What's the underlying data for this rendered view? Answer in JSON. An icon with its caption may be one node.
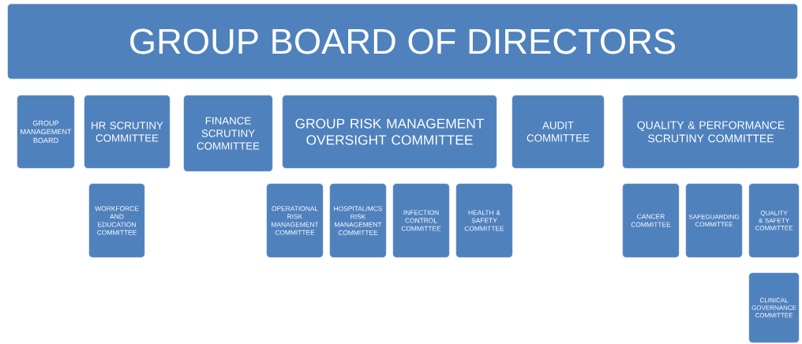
{
  "diagram": {
    "title": "GROUP BOARD OF DIRECTORS",
    "nodes": [
      {
        "text": [
          "GROUP MANAGEMENT BOARD"
        ]
      },
      {
        "text": [
          "HR SCRUTINY COMMITTEE"
        ]
      },
      {
        "text": [
          "FINANCE SCRUTINY COMMITTEE"
        ]
      },
      {
        "text": [
          "GROUP RISK MANAGEMENT OVERSIGHT COMMITTEE"
        ]
      },
      {
        "text": [
          "AUDIT COMMITTEE"
        ]
      },
      {
        "text": [
          "QUALITY & PERFORMANCE SCRUTINY COMMITTEE"
        ]
      },
      {
        "text": [
          "WORKFORCE AND EDUCATION COMMITTEE"
        ]
      },
      {
        "text": [
          "OPERATIONAL RISK MANAGEMENT COMMITTEE"
        ]
      },
      {
        "text": [
          "HOSPITAL/MCS RISK MANAGEMENT COMMITTEE"
        ]
      },
      {
        "text": [
          "INFECTION CONTROL COMMITTEE"
        ]
      },
      {
        "text": [
          "HEALTH & SAFETY COMMITTEE"
        ]
      },
      {
        "text": [
          "CANCER COMMITTEE"
        ]
      },
      {
        "text": [
          "SAFEGUARDING COMMITTEE"
        ]
      },
      {
        "text": [
          "QUALITY & SAFETY COMMITTEE"
        ]
      },
      {
        "text": [
          "CLINICAL GOVERNANCE COMMITTEE"
        ]
      }
    ]
  }
}
